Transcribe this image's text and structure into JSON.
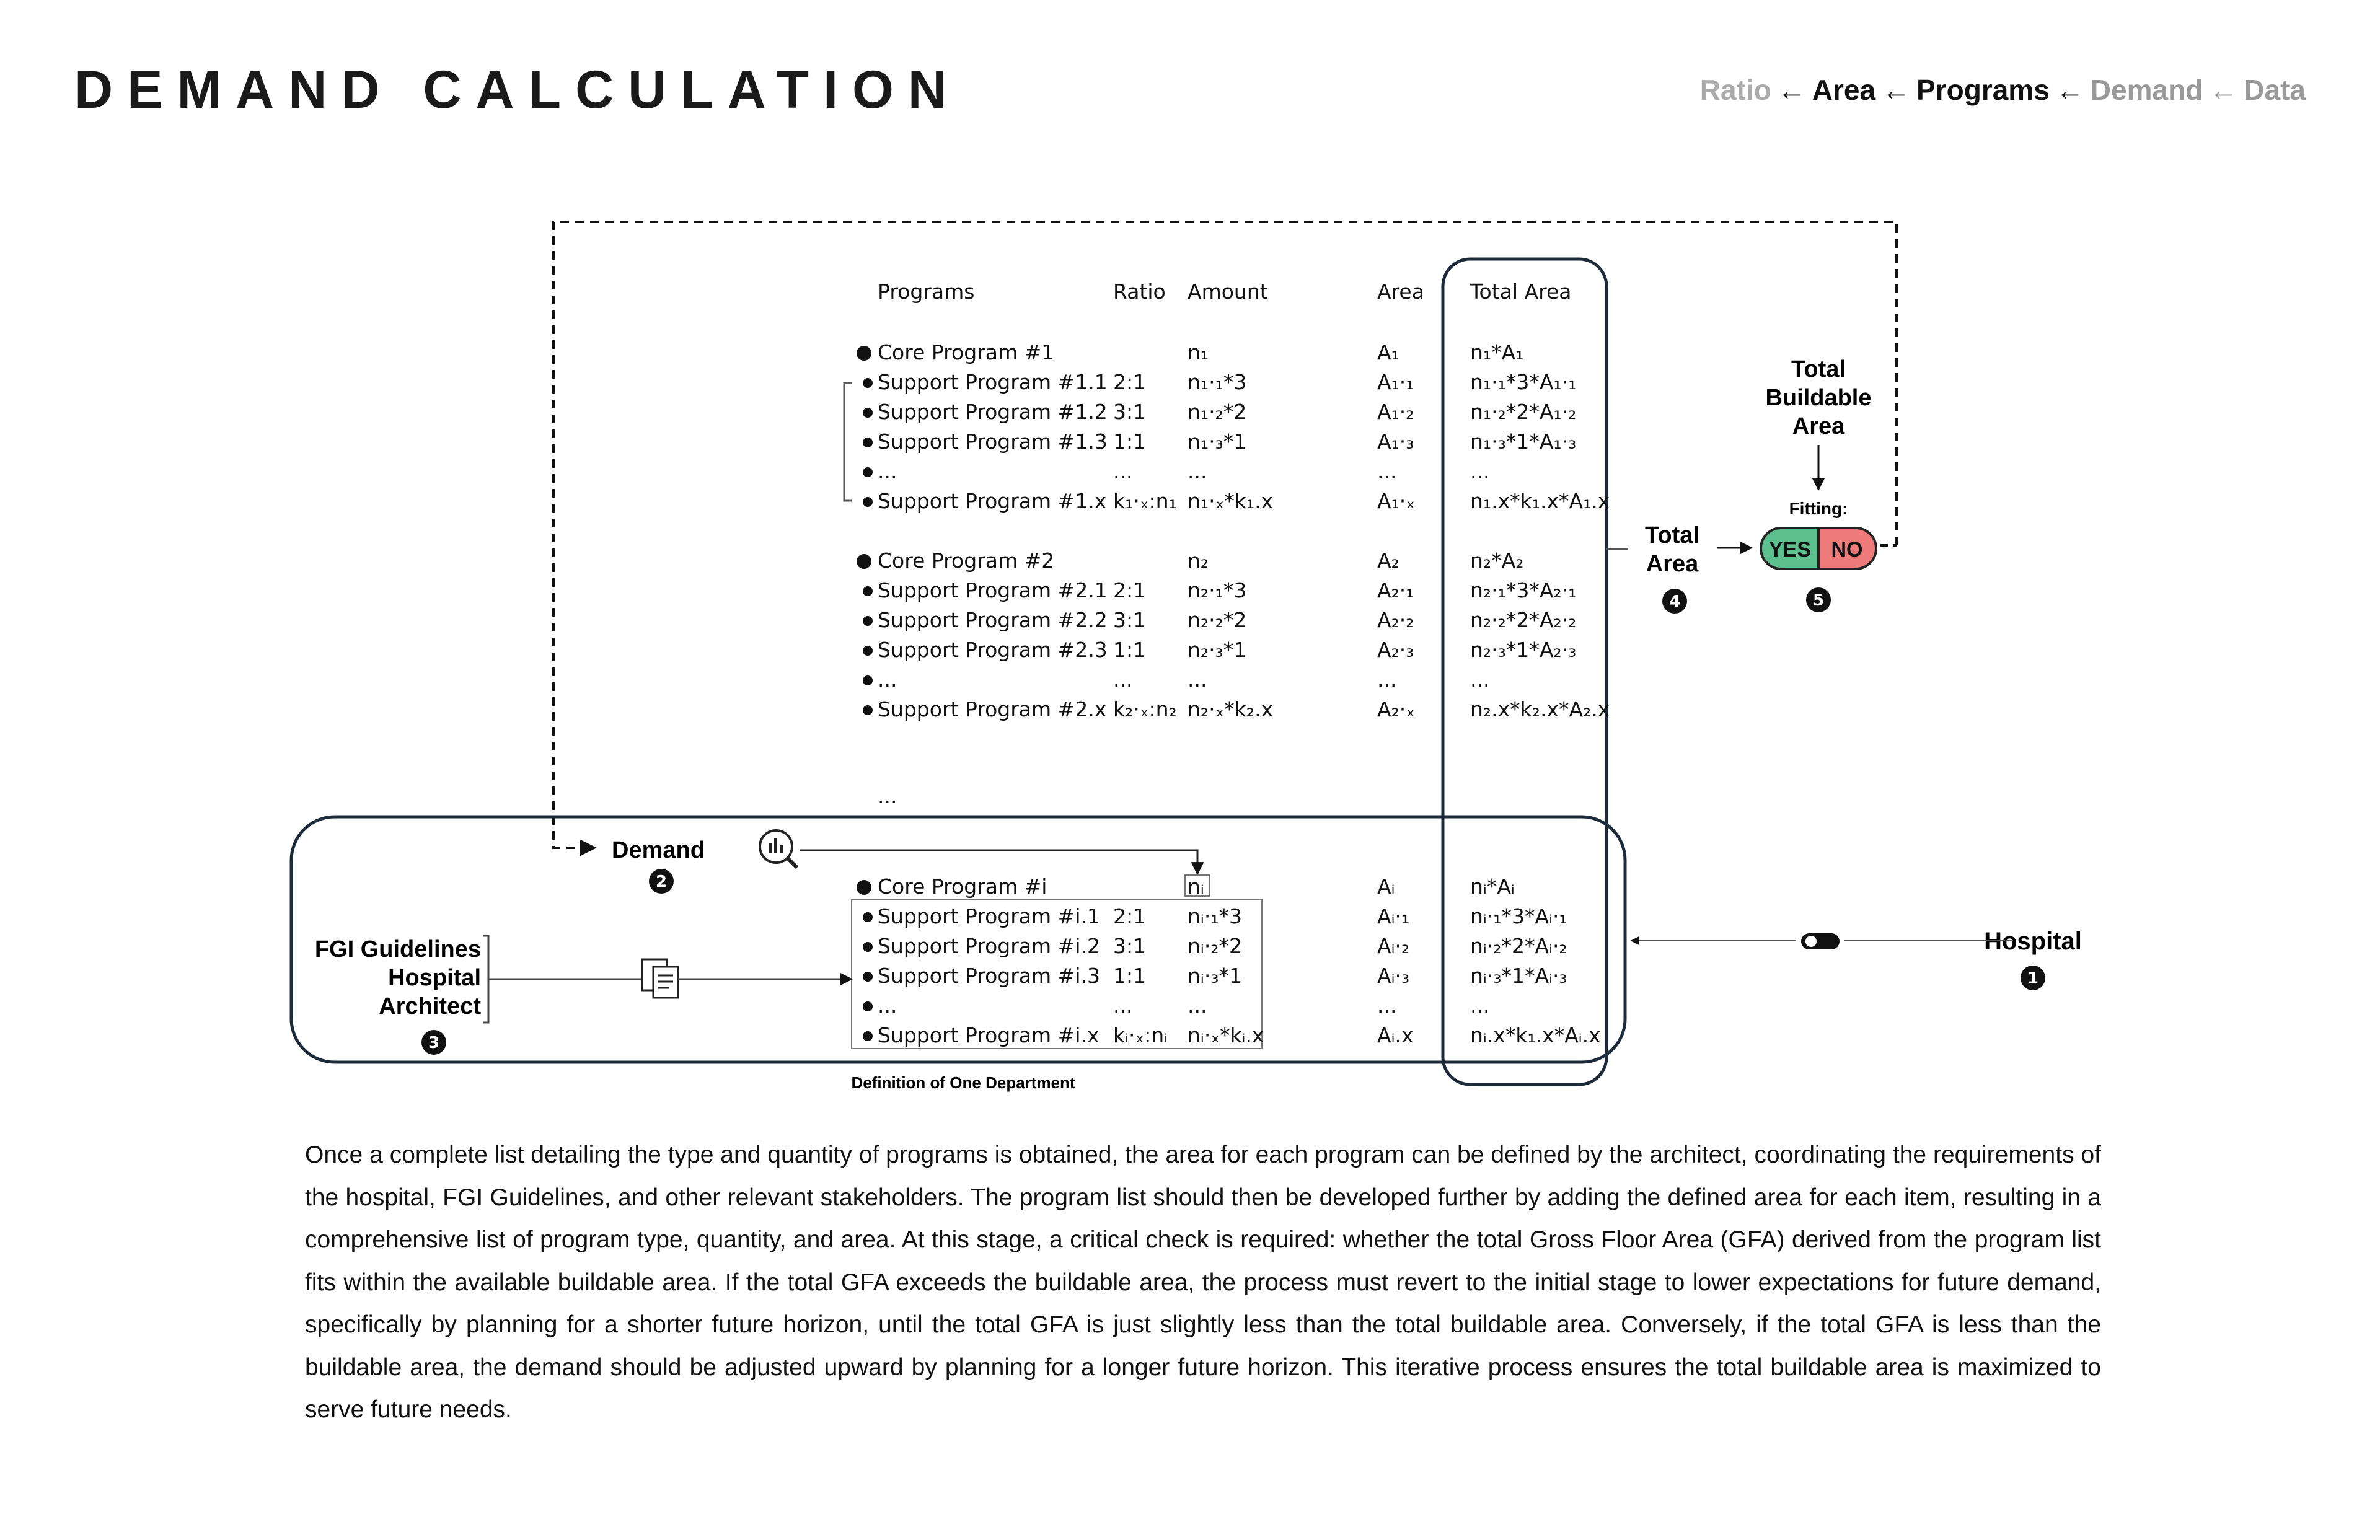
{
  "header": {
    "title": "DEMAND CALCULATION",
    "breadcrumb": [
      {
        "label": "Ratio",
        "tone": "dim"
      },
      {
        "label": "Area",
        "tone": "dark"
      },
      {
        "label": "Programs",
        "tone": "dark"
      },
      {
        "label": "Demand",
        "tone": "mid"
      },
      {
        "label": "Data",
        "tone": "mid"
      }
    ],
    "breadcrumb_arrow": "←"
  },
  "table": {
    "headers": {
      "programs": "Programs",
      "ratio": "Ratio",
      "amount": "Amount",
      "area": "Area",
      "total": "Total Area"
    },
    "groups": [
      {
        "rows": [
          {
            "bullet": "large",
            "program": "Core Program #1",
            "ratio": "",
            "amount": "n₁",
            "area": "A₁",
            "total": "n₁*A₁"
          },
          {
            "bullet": "small",
            "program": "Support Program #1.1",
            "ratio": "2:1",
            "amount": "n₁·₁*3",
            "area": "A₁·₁",
            "total": "n₁·₁*3*A₁·₁"
          },
          {
            "bullet": "small",
            "program": "Support Program #1.2",
            "ratio": "3:1",
            "amount": "n₁·₂*2",
            "area": "A₁·₂",
            "total": "n₁·₂*2*A₁·₂"
          },
          {
            "bullet": "small",
            "program": "Support Program #1.3",
            "ratio": "1:1",
            "amount": "n₁·₃*1",
            "area": "A₁·₃",
            "total": "n₁·₃*1*A₁·₃"
          },
          {
            "bullet": "small",
            "program": "...",
            "ratio": "...",
            "amount": "...",
            "area": "...",
            "total": "..."
          },
          {
            "bullet": "small",
            "program": "Support Program #1.x",
            "ratio": "k₁·ₓ:n₁",
            "amount": "n₁·ₓ*k₁.x",
            "area": "A₁·ₓ",
            "total": "n₁.x*k₁.x*A₁.x"
          }
        ]
      },
      {
        "rows": [
          {
            "bullet": "large",
            "program": "Core Program #2",
            "ratio": "",
            "amount": "n₂",
            "area": "A₂",
            "total": "n₂*A₂"
          },
          {
            "bullet": "small",
            "program": "Support Program #2.1",
            "ratio": "2:1",
            "amount": "n₂·₁*3",
            "area": "A₂·₁",
            "total": "n₂·₁*3*A₂·₁"
          },
          {
            "bullet": "small",
            "program": "Support Program #2.2",
            "ratio": "3:1",
            "amount": "n₂·₂*2",
            "area": "A₂·₂",
            "total": "n₂·₂*2*A₂·₂"
          },
          {
            "bullet": "small",
            "program": "Support Program #2.3",
            "ratio": "1:1",
            "amount": "n₂·₃*1",
            "area": "A₂·₃",
            "total": "n₂·₃*1*A₂·₃"
          },
          {
            "bullet": "small",
            "program": "...",
            "ratio": "...",
            "amount": "...",
            "area": "...",
            "total": "..."
          },
          {
            "bullet": "small",
            "program": "Support Program #2.x",
            "ratio": "k₂·ₓ:n₂",
            "amount": "n₂·ₓ*k₂.x",
            "area": "A₂·ₓ",
            "total": "n₂.x*k₂.x*A₂.x"
          }
        ]
      },
      {
        "rows": [
          {
            "bullet": "none",
            "program": "...",
            "ratio": "",
            "amount": "",
            "area": "",
            "total": ""
          }
        ]
      },
      {
        "rows": [
          {
            "bullet": "large",
            "program": "Core Program #i",
            "ratio": "",
            "amount": "nᵢ",
            "area": "Aᵢ",
            "total": "nᵢ*Aᵢ"
          },
          {
            "bullet": "small",
            "program": "Support Program #i.1",
            "ratio": "2:1",
            "amount": "nᵢ·₁*3",
            "area": "Aᵢ·₁",
            "total": "nᵢ·₁*3*Aᵢ·₁"
          },
          {
            "bullet": "small",
            "program": "Support Program #i.2",
            "ratio": "3:1",
            "amount": "nᵢ·₂*2",
            "area": "Aᵢ·₂",
            "total": "nᵢ·₂*2*Aᵢ·₂"
          },
          {
            "bullet": "small",
            "program": "Support Program #i.3",
            "ratio": "1:1",
            "amount": "nᵢ·₃*1",
            "area": "Aᵢ·₃",
            "total": "nᵢ·₃*1*Aᵢ·₃"
          },
          {
            "bullet": "small",
            "program": "...",
            "ratio": "...",
            "amount": "...",
            "area": "...",
            "total": "..."
          },
          {
            "bullet": "small",
            "program": "Support Program #i.x",
            "ratio": "kᵢ·ₓ:nᵢ",
            "amount": "nᵢ·ₓ*kᵢ.x",
            "area": "Aᵢ.x",
            "total": "nᵢ.x*k₁.x*Aᵢ.x"
          }
        ]
      }
    ],
    "department_caption": "Definition of One Department"
  },
  "nodes": {
    "hospital": {
      "label": "Hospital",
      "step": "1"
    },
    "demand": {
      "label": "Demand",
      "step": "2"
    },
    "stakeholders": {
      "lines": [
        "FGI Guidelines",
        "Hospital",
        "Architect"
      ],
      "step": "3"
    },
    "total_area": {
      "lines": [
        "Total",
        "Area"
      ],
      "step": "4"
    },
    "buildable": {
      "lines": [
        "Total",
        "Buildable",
        "Area"
      ]
    },
    "fitting": {
      "label": "Fitting:",
      "yes": "YES",
      "no": "NO",
      "step": "5"
    }
  },
  "colors": {
    "yes": "#5cc18f",
    "no": "#ef7a7a",
    "frame": "#1c2a3a"
  },
  "description": "Once a complete list detailing the type and quantity of programs is obtained, the area for each program can be defined by the architect, coordinating the requirements of the hospital, FGI Guidelines, and other relevant stakeholders. The program list should then be developed further by adding the defined area for each item, resulting in a comprehensive list of program type, quantity, and area. At this stage, a critical check is required: whether the total Gross Floor Area (GFA) derived from the program list fits within the available buildable area. If the total GFA exceeds the buildable area, the process must revert to the initial stage to lower expectations for future demand, specifically by planning for a shorter future horizon, until the total GFA is just slightly less than the total buildable area. Conversely, if the total GFA is less than the buildable area, the demand should be adjusted upward by planning for a longer future horizon. This iterative process ensures the total buildable area is maximized to serve future needs."
}
